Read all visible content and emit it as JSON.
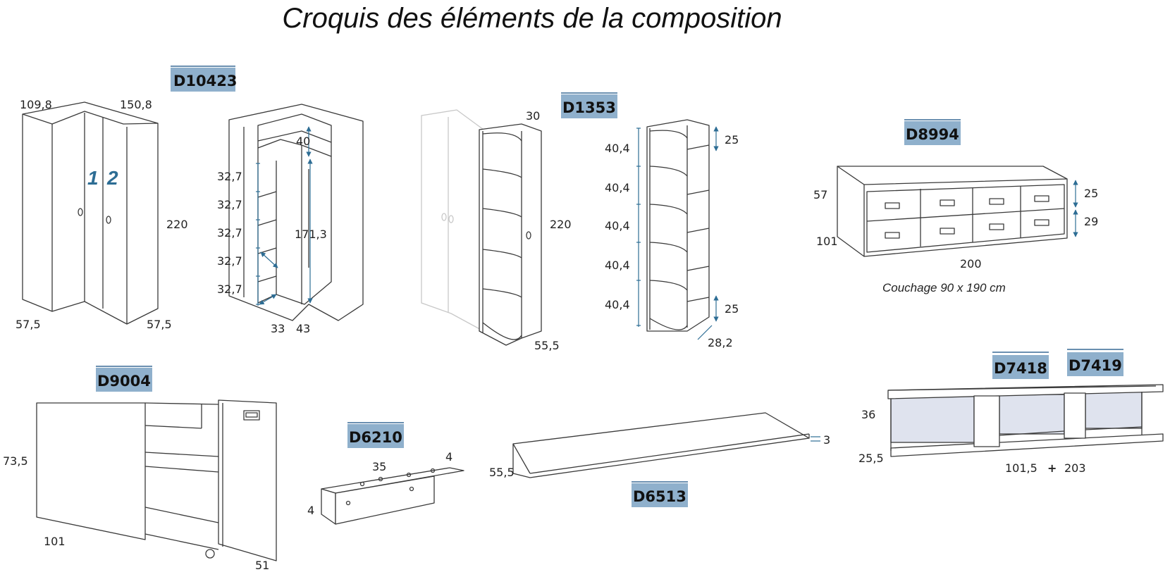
{
  "title": "Croquis des éléments de la composition",
  "codes": {
    "d10423": "D10423",
    "d1353": "D1353",
    "d8994": "D8994",
    "d9004": "D9004",
    "d6210": "D6210",
    "d6513": "D6513",
    "d7418": "D7418",
    "d7419": "D7419"
  },
  "wardrobe": {
    "width_left": "109,8",
    "width_right": "150,8",
    "height": "220",
    "depth_left": "57,5",
    "depth_right": "57,5",
    "door_numbers": [
      "1",
      "2"
    ]
  },
  "wardrobe_interior": {
    "top_shelf": "40",
    "shelf_spacings": [
      "32,7",
      "32,7",
      "32,7",
      "32,7",
      "32,7"
    ],
    "hanging_height": "171,3",
    "bottom_left": "33",
    "bottom_right": "43"
  },
  "corner_shelf": {
    "depth": "30",
    "height": "220",
    "width": "55,5"
  },
  "corner_shelf_detail": {
    "left_spacings": [
      "40,4",
      "40,4",
      "40,4",
      "40,4",
      "40,4"
    ],
    "top_right": "25",
    "bottom_right": "25",
    "depth": "28,2"
  },
  "bed_drawers": {
    "height": "57",
    "depth": "101",
    "width": "200",
    "drawer_top": "25",
    "drawer_bottom": "29",
    "caption": "Couchage 90 x 190 cm"
  },
  "desk_unit": {
    "height": "73,5",
    "depth": "101",
    "width": "51"
  },
  "bracket": {
    "length": "35",
    "width": "4",
    "height": "4"
  },
  "desk_top": {
    "depth": "55,5",
    "thickness": "3"
  },
  "shelf_unit": {
    "height": "36",
    "depth": "25,5",
    "width_a": "101,5",
    "plus": "+",
    "width_b": "203"
  }
}
